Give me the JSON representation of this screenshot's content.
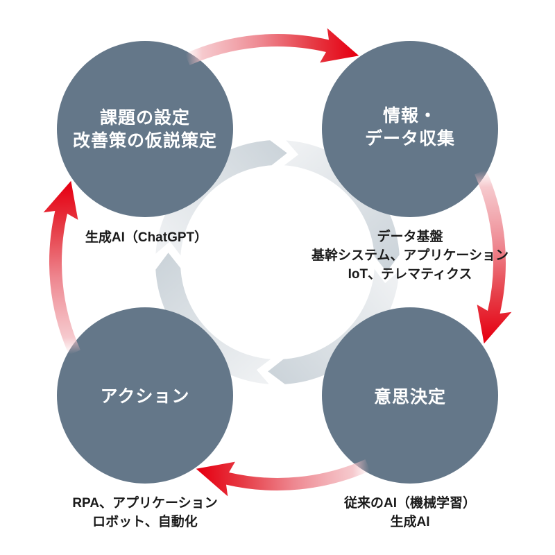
{
  "colors": {
    "background": "#ffffff",
    "circle_fill": "#647789",
    "circle_text": "#ffffff",
    "label_text": "#1a1a1a",
    "arrow_red_head": "#e60012",
    "arrow_red_tail": "#f4bfc4",
    "ring_light": "#eff1f3",
    "ring_dark": "#ccd4da"
  },
  "steps": [
    {
      "position": "top-left",
      "title_lines": [
        "課題の設定",
        "改善策の仮説策定"
      ],
      "label_lines": [
        "生成AI（ChatGPT）"
      ]
    },
    {
      "position": "top-right",
      "title_lines": [
        "情報・",
        "データ収集"
      ],
      "label_lines": [
        "データ基盤",
        "基幹システム、アプリケーション",
        "IoT、テレマティクス"
      ]
    },
    {
      "position": "bottom-right",
      "title_lines": [
        "意思決定"
      ],
      "label_lines": [
        "従来のAI（機械学習）",
        "生成AI"
      ]
    },
    {
      "position": "bottom-left",
      "title_lines": [
        "アクション"
      ],
      "label_lines": [
        "RPA、アプリケーション",
        "ロボット、自動化"
      ]
    }
  ]
}
